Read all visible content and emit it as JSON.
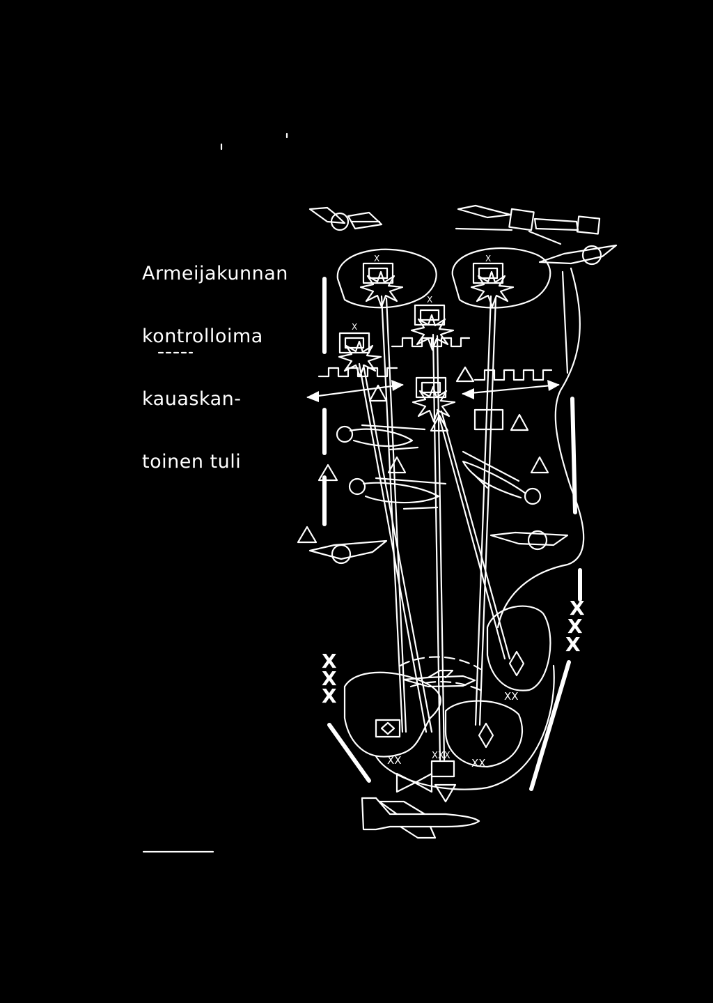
{
  "caption": {
    "lines": [
      "Armeijakunnan",
      "kontrolloima",
      "kauaskan-",
      "toinen tuli"
    ]
  },
  "symbols": {
    "division": "XX",
    "corps": "XXX",
    "company": "X"
  },
  "colors": {
    "background": "#000000",
    "ink": "#ffffff"
  }
}
